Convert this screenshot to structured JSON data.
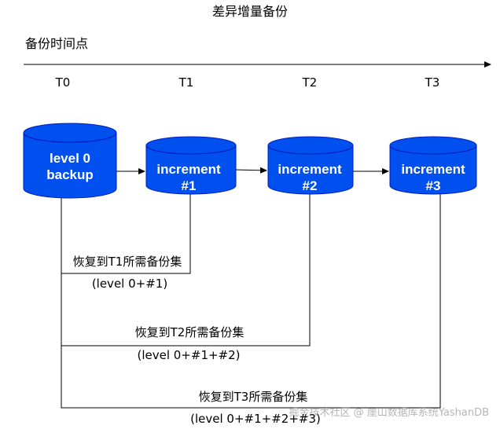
{
  "title": "差异增量备份",
  "timeline": {
    "label": "备份时间点",
    "ticks": [
      "T0",
      "T1",
      "T2",
      "T3"
    ]
  },
  "nodes": [
    {
      "label_line1": "level 0",
      "label_line2": "backup"
    },
    {
      "label_line1": "increment",
      "label_line2": "#1"
    },
    {
      "label_line1": "increment",
      "label_line2": "#2"
    },
    {
      "label_line1": "increment",
      "label_line2": "#3"
    }
  ],
  "restore_sets": [
    {
      "caption": "恢复到T1所需备份集",
      "formula": "(level 0+#1)"
    },
    {
      "caption": "恢复到T2所需备份集",
      "formula": "(level 0+#1+#2)"
    },
    {
      "caption": "恢复到T3所需备份集",
      "formula": "(level 0+#1+#2+#3)"
    }
  ],
  "watermark": "掘金技术社区 @ 崖山数据库系统YashanDB",
  "colors": {
    "drum_fill": "#0050EF",
    "drum_stroke": "#001DBC",
    "line": "#000000"
  }
}
